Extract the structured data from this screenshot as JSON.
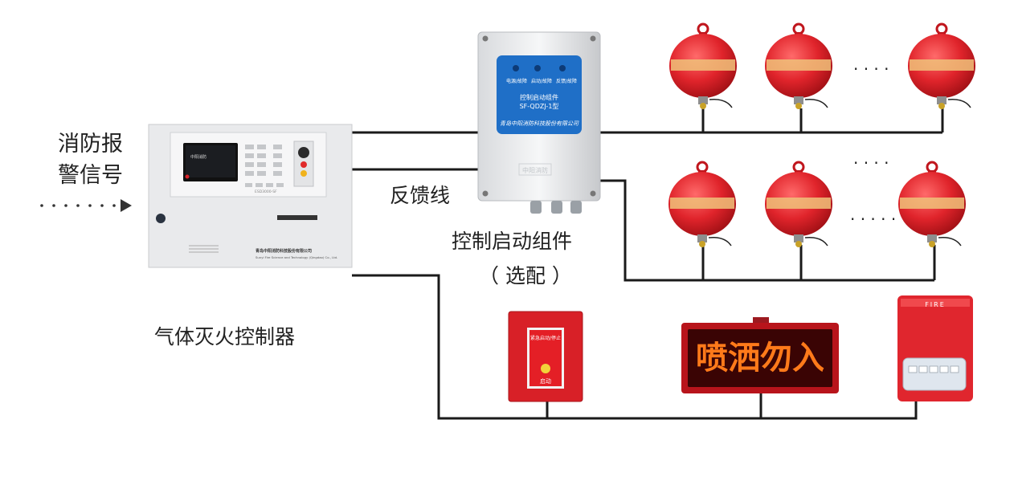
{
  "labels": {
    "alarm_signal_line1": "消防报",
    "alarm_signal_line2": "警信号",
    "feedback_line": "反馈线",
    "control_module": "控制启动组件",
    "optional": "（ 选配 ）",
    "controller_name": "气体灭火控制器"
  },
  "controller": {
    "brand": "中阳消防",
    "model": "ESD3000-SF",
    "company": "青岛中阳消防科技股份有限公司",
    "company_en": "Sunyi Fire Science and Technology (Qingdao) Co., Ltd."
  },
  "control_module_box": {
    "led_labels": [
      "电源/故障",
      "启动/故障",
      "反馈/故障"
    ],
    "name": "控制启动组件",
    "model": "SF-QDZJ-1型",
    "company": "青岛中阳消防科技股份有限公司",
    "logo": "中阳消防"
  },
  "ellipses": [
    "· · · ·",
    "· · · ·",
    "· · · · ·"
  ],
  "led_sign": {
    "text": "喷洒勿入"
  },
  "manual_button": {
    "title": "紧急启动/停止",
    "label": "启动"
  },
  "strobe": {
    "label": "FIRE"
  },
  "colors": {
    "line": "#1a1a1a",
    "extinguisher_red": "#d81f26",
    "panel_blue": "#1f6fc7",
    "sign_text": "#ff7a1a"
  }
}
